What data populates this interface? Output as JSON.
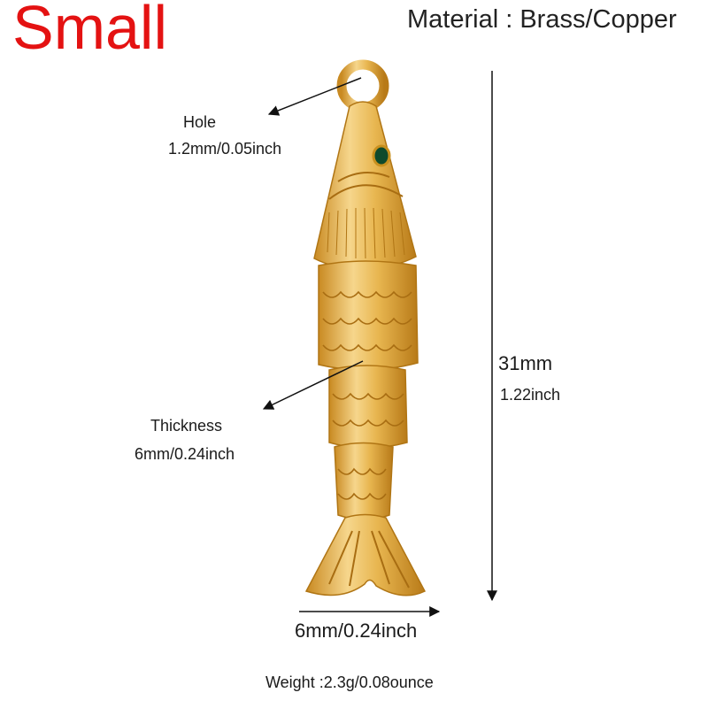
{
  "title": "Small",
  "material": "Material : Brass/Copper",
  "hole": {
    "label": "Hole",
    "value": "1.2mm/0.05inch"
  },
  "thickness": {
    "label": "Thickness",
    "value": "6mm/0.24inch"
  },
  "length": {
    "mm": "31mm",
    "inch": "1.22inch"
  },
  "width": {
    "value": "6mm/0.24inch"
  },
  "weight": "Weight :2.3g/0.08ounce",
  "colors": {
    "title": "#e41212",
    "gold": "#e8b650",
    "eye": "#0e4a2c"
  }
}
